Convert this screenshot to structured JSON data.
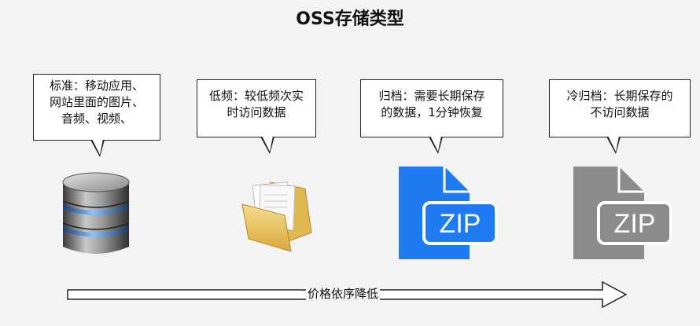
{
  "title": "OSS存储类型",
  "types": [
    {
      "name": "standard",
      "lines": [
        "标准：移动应用、",
        "网站里面的图片、",
        "音频、视频、"
      ]
    },
    {
      "name": "infrequent",
      "lines": [
        "低频：较低频次实",
        "时访问数据"
      ]
    },
    {
      "name": "archive",
      "lines": [
        "归档：需要长期保存",
        "的数据，1分钟恢复"
      ],
      "icon_text": "ZIP",
      "icon_color": "#1f7bf2"
    },
    {
      "name": "cold-archive",
      "lines": [
        "冷归档：长期保存的",
        "不访问数据"
      ],
      "icon_text": "ZIP",
      "icon_color": "#8b8b8b"
    }
  ],
  "arrow_label": "价格依序降低",
  "icons": [
    "database-icon",
    "folder-icon",
    "zip-file-icon",
    "zip-file-icon"
  ]
}
